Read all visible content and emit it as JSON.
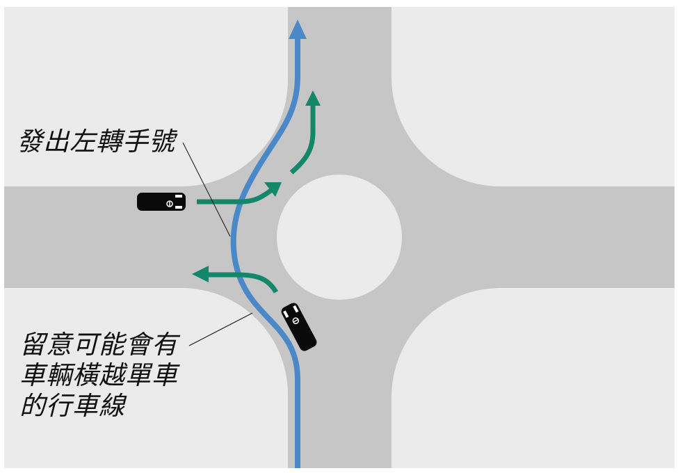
{
  "labels": {
    "signal_left": "發出左轉手號",
    "caution_lines": [
      "留意可能會有",
      "車輛橫越單車",
      "的行車線"
    ]
  },
  "colors": {
    "background": "#ebebeb",
    "road": "#c6c6c6",
    "cyclist_path": "#4a88c8",
    "vehicle_path": "#14876a",
    "car": "#0a0a0a"
  }
}
